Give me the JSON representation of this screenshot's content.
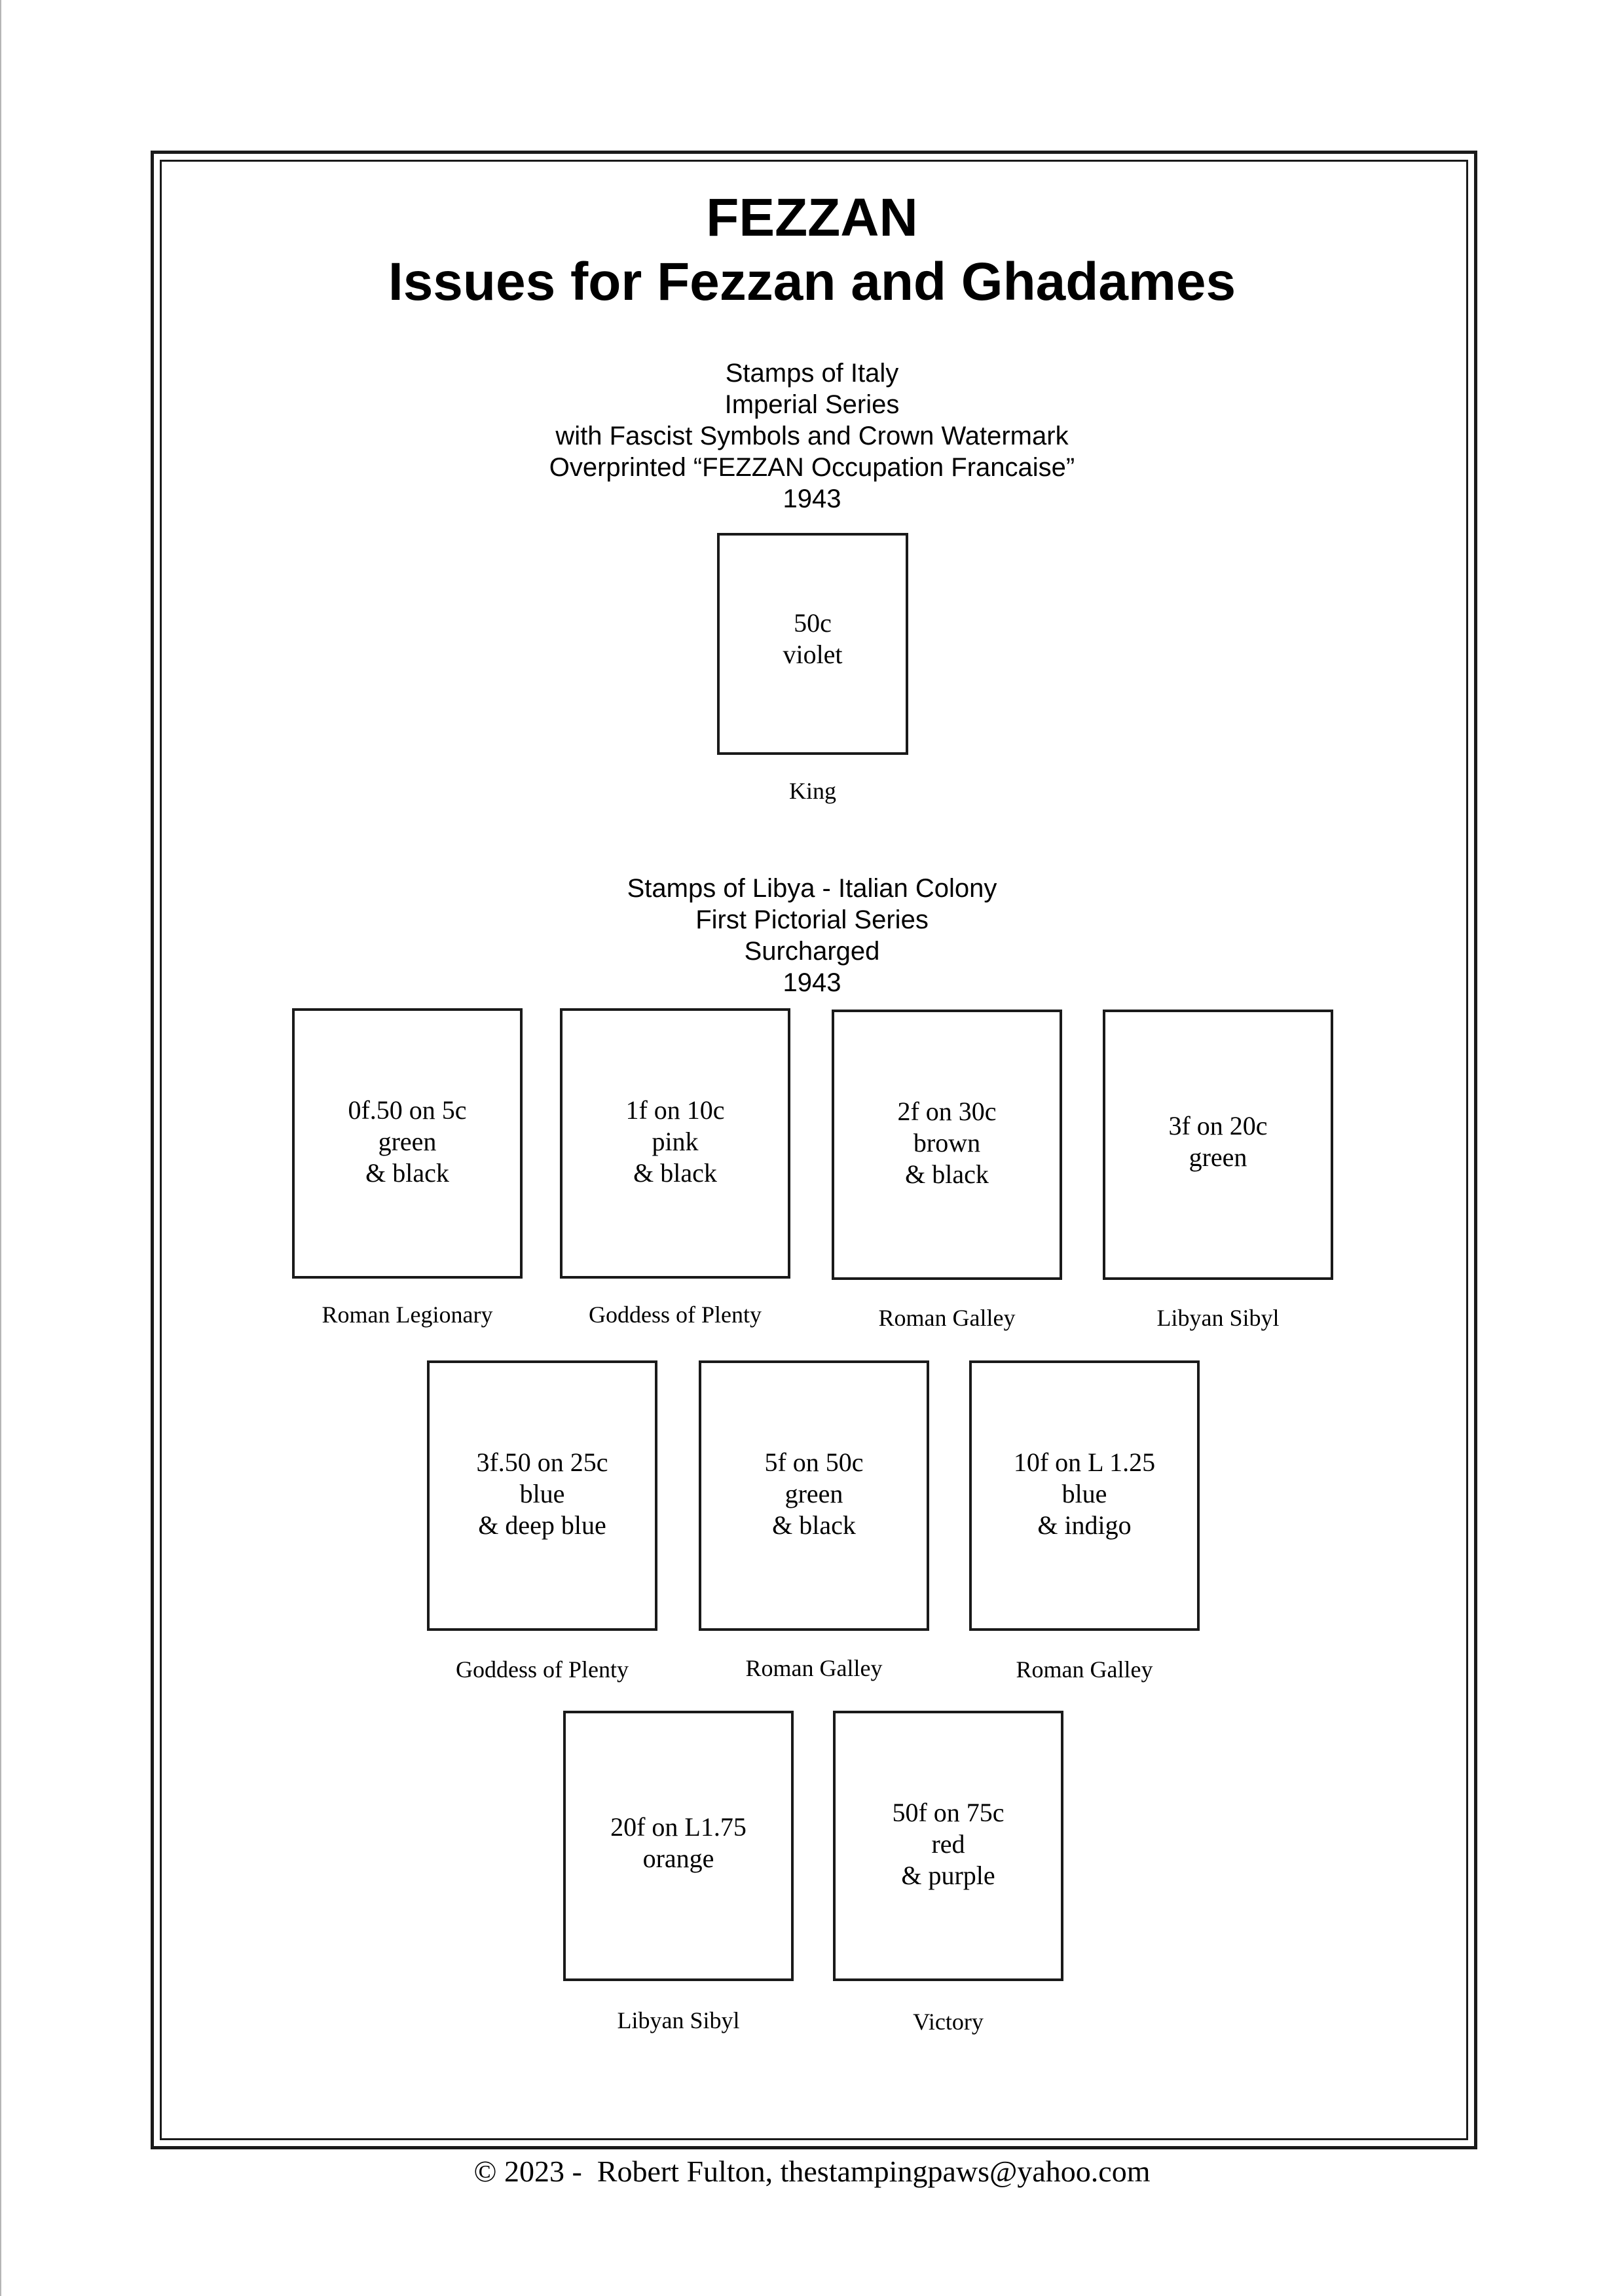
{
  "title": {
    "line1": "FEZZAN",
    "line2": "Issues for Fezzan and Ghadames"
  },
  "sections": [
    {
      "heading": [
        "Stamps of Italy",
        "Imperial Series",
        "with Fascist Symbols and Crown Watermark",
        "Overprinted “FEZZAN Occupation Francaise”",
        "1943"
      ],
      "stamps": [
        {
          "lines": [
            "50c",
            "violet"
          ],
          "caption": "King"
        }
      ]
    },
    {
      "heading": [
        "Stamps of Libya - Italian Colony",
        "First Pictorial Series",
        "Surcharged",
        "1943"
      ],
      "stamps": [
        {
          "lines": [
            "0f.50 on 5c",
            "green",
            "& black"
          ],
          "caption": "Roman Legionary"
        },
        {
          "lines": [
            "1f on 10c",
            "pink",
            "& black"
          ],
          "caption": "Goddess of Plenty"
        },
        {
          "lines": [
            "2f on 30c",
            "brown",
            "& black"
          ],
          "caption": "Roman Galley"
        },
        {
          "lines": [
            "3f on 20c",
            "green"
          ],
          "caption": "Libyan Sibyl"
        },
        {
          "lines": [
            "3f.50 on 25c",
            "blue",
            "& deep blue"
          ],
          "caption": "Goddess of Plenty"
        },
        {
          "lines": [
            "5f on 50c",
            "green",
            "& black"
          ],
          "caption": "Roman Galley"
        },
        {
          "lines": [
            "10f on L 1.25",
            "blue",
            "& indigo"
          ],
          "caption": "Roman Galley"
        },
        {
          "lines": [
            "20f on L1.75",
            "orange"
          ],
          "caption": "Libyan Sibyl"
        },
        {
          "lines": [
            "50f on 75c",
            "red",
            "& purple"
          ],
          "caption": "Victory"
        }
      ]
    }
  ],
  "footer": "© 2023 -  Robert Fulton, thestampingpaws@yahoo.com"
}
